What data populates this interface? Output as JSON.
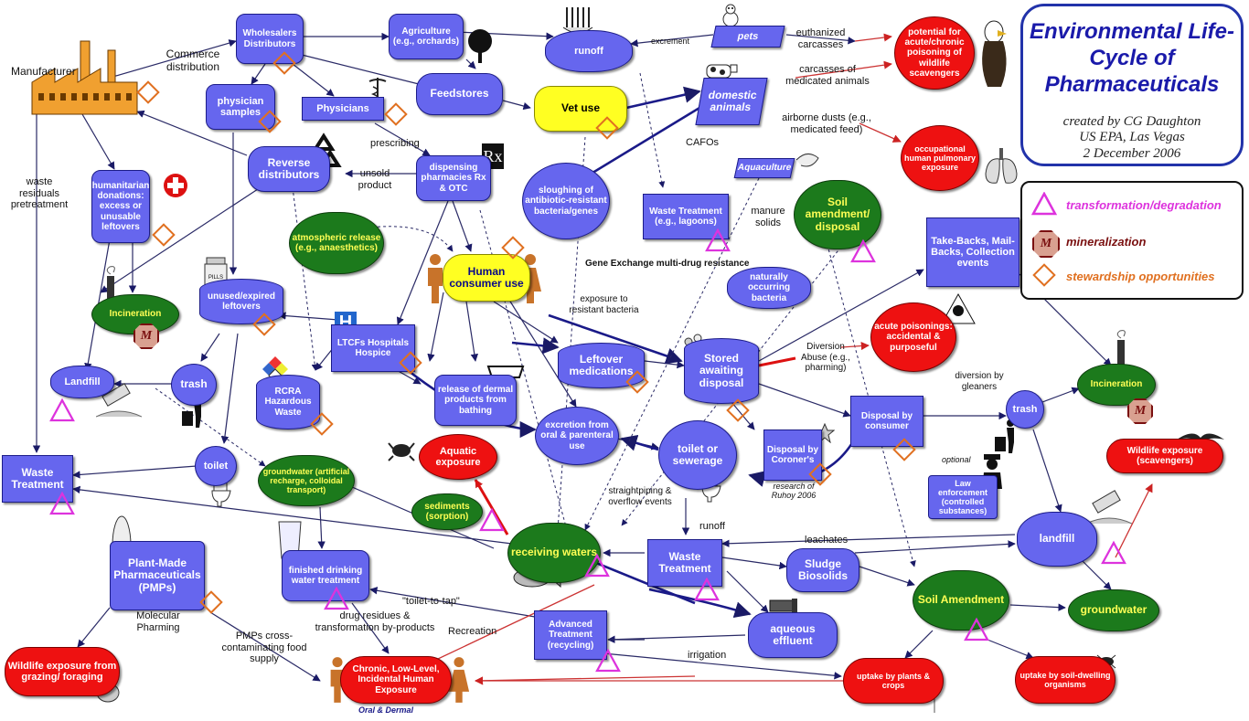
{
  "title": "Environmental Life-Cycle of Pharmaceuticals",
  "credit": {
    "line1": "created by CG Daughton",
    "line2": "US EPA, Las Vegas",
    "line3": "2 December 2006"
  },
  "legend": {
    "transformation": "transformation/degradation",
    "mineralization": "mineralization",
    "stewardship": "stewardship opportunities",
    "mineral_symbol": "M"
  },
  "colors": {
    "blue_node": "#6666ee",
    "red_node": "#ee1111",
    "green_node": "#1c7a1c",
    "yellow_node": "#ffff22",
    "transformation": "#dd33dd",
    "mineralization": "#7a1010",
    "stewardship": "#e07020"
  },
  "nodes": {
    "wholesalers": "Wholesalers Distributors",
    "agriculture": "Agriculture (e.g., orchards)",
    "runoff_cloud": "runoff",
    "pets": "pets",
    "potential_poisoning": "potential for acute/chronic poisoning of wildlife scavengers",
    "physician_samples": "physician samples",
    "physicians": "Physicians",
    "feedstores": "Feedstores",
    "vet_use": "Vet use",
    "domestic_animals": "domestic animals",
    "occupational": "occupational human pulmonary exposure",
    "reverse_distributors": "Reverse distributors",
    "dispensing": "dispensing pharmacies Rx & OTC",
    "sloughing": "sloughing of antibiotic-resistant bacteria/genes",
    "aquaculture": "Aquaculture",
    "humanitarian": "humanitarian donations: excess or unusable leftovers",
    "waste_treatment_lagoons": "Waste Treatment (e.g., lagoons)",
    "soil_amendment_disposal": "Soil amendment/ disposal",
    "take_backs": "Take-Backs, Mail-Backs, Collection events",
    "atmospheric": "atmospheric release (e.g., anaesthetics)",
    "human_consumer": "Human consumer use",
    "gene_exchange": "Gene Exchange multi-drug resistance",
    "naturally_bacteria": "naturally occurring bacteria",
    "incineration_left": "Incineration",
    "unused_expired": "unused/expired leftovers",
    "ltcfs": "LTCFs Hospitals Hospice",
    "leftover_meds": "Leftover medications",
    "stored_awaiting": "Stored awaiting disposal",
    "acute_poisonings": "acute poisonings: accidental & purposeful",
    "landfill_left": "Landfill",
    "trash_left": "trash",
    "rcra": "RCRA Hazardous Waste",
    "release_dermal": "release of dermal products from bathing",
    "disposal_consumer": "Disposal by consumer",
    "incineration_right": "Incineration",
    "trash_right": "trash",
    "excretion": "excretion from oral & parenteral use",
    "aquatic_exposure": "Aquatic exposure",
    "toilet_left": "toilet",
    "toilet_sewerage": "toilet or sewerage",
    "disposal_coroner": "Disposal by Coroner's",
    "waste_treatment_left": "Waste Treatment",
    "groundwater_left": "groundwater (artificial recharge, colloidal transport)",
    "law_enforcement": "Law enforcement (controlled substances)",
    "wildlife_scavengers": "Wildlife exposure (scavengers)",
    "sediments": "sediments (sorption)",
    "receiving_waters": "receiving waters",
    "waste_treatment_center": "Waste Treatment",
    "landfill_right": "landfill",
    "plant_made": "Plant-Made Pharmaceuticals (PMPs)",
    "finished_water": "finished drinking water treatment",
    "sludge": "Sludge Biosolids",
    "soil_amendment": "Soil Amendment",
    "groundwater_right": "groundwater",
    "advanced_treatment": "Advanced Treatment (recycling)",
    "aqueous_effluent": "aqueous effluent",
    "wildlife_grazing": "Wildlife exposure from grazing/ foraging",
    "chronic_exposure": "Chronic, Low-Level, Incidental Human Exposure",
    "uptake_plants": "uptake by plants & crops",
    "uptake_soil": "uptake by soil-dwelling organisms"
  },
  "labels": {
    "manufacturer": "Manufacturer",
    "commerce": "Commerce distribution",
    "excrement": "excrement",
    "euthanized": "euthanized carcasses",
    "carcasses": "carcasses of medicated animals",
    "airborne": "airborne dusts (e.g., medicated feed)",
    "cafos": "CAFOs",
    "prescribing": "prescribing",
    "unsold": "unsold product",
    "waste_residuals": "waste residuals pretreatment",
    "manure": "manure solids",
    "exposure_resistant": "exposure to resistant bacteria",
    "diversion_abuse": "Diversion Abuse (e.g., pharming)",
    "diversion_gleaners": "diversion by gleaners",
    "optional": "optional",
    "research": "research of Ruhoy 2006",
    "straightpiping": "straightpiping & overflow events",
    "runoff": "runoff",
    "leachates": "leachates",
    "toilet_to_tap": "\"toilet-to-tap\"",
    "drug_residues": "drug residues & transformation by-products",
    "recreation": "Recreation",
    "molecular_pharming": "Molecular Pharming",
    "pmps_cross": "PMPs cross-contaminating food supply",
    "irrigation": "irrigation",
    "oral_dermal": "Oral & Dermal",
    "pills": "PILLS",
    "rx": "Rx",
    "hospital_h": "H"
  }
}
